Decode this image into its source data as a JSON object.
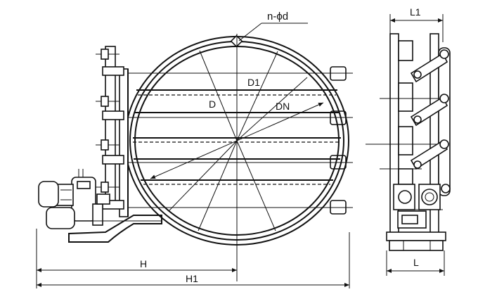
{
  "drawing": {
    "front_view": {
      "labels": {
        "bolt_holes": "n-ϕd",
        "d1": "D1",
        "d": "D",
        "dn": "DN",
        "h": "H",
        "h1": "H1"
      }
    },
    "side_view": {
      "labels": {
        "l1": "L1",
        "l": "L"
      }
    }
  },
  "colors": {
    "ink": "#111111",
    "paper": "#ffffff"
  }
}
